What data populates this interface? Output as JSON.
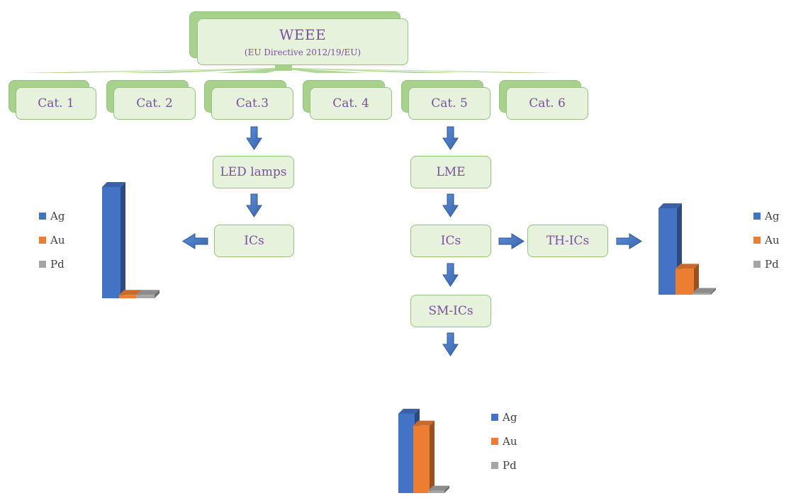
{
  "root": {
    "title": "WEEE",
    "subtitle": "(EU Directive 2012/19/EU)"
  },
  "categories": [
    "Cat. 1",
    "Cat. 2",
    "Cat.3",
    "Cat. 4",
    "Cat. 5",
    "Cat. 6"
  ],
  "left_branch": {
    "n1": "LED lamps",
    "n2": "ICs"
  },
  "right_branch": {
    "n1": "LME",
    "n2": "ICs",
    "n3": "TH-ICs",
    "n4": "SM-ICs"
  },
  "colors": {
    "node_fill": "#e6f2dc",
    "node_border": "#93c47d",
    "node_text": "#7a4fa0",
    "connector": "#a9d18e",
    "arrow": "#4472c4",
    "ag": "#4472c4",
    "au": "#ed7d31",
    "pd": "#a5a5a5"
  },
  "chart_data": [
    {
      "type": "bar",
      "categories": [
        "Ag",
        "Au",
        "Pd"
      ],
      "values": [
        100,
        3,
        3
      ],
      "legend": [
        "Ag",
        "Au",
        "Pd"
      ],
      "ylim": [
        0,
        100
      ]
    },
    {
      "type": "bar",
      "categories": [
        "Ag",
        "Au",
        "Pd"
      ],
      "values": [
        100,
        30,
        2
      ],
      "legend": [
        "Ag",
        "Au",
        "Pd"
      ],
      "ylim": [
        0,
        100
      ]
    },
    {
      "type": "bar",
      "categories": [
        "Ag",
        "Au",
        "Pd"
      ],
      "values": [
        100,
        85,
        3
      ],
      "legend": [
        "Ag",
        "Au",
        "Pd"
      ],
      "ylim": [
        0,
        100
      ]
    }
  ]
}
